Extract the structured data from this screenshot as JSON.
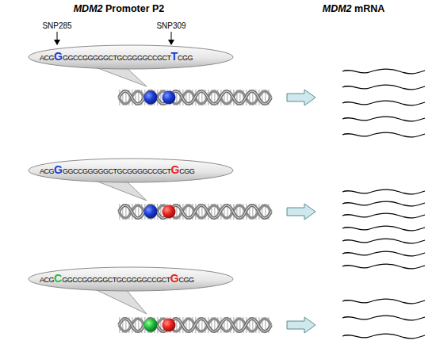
{
  "diagram": {
    "title": "MDM2 Promoter P2",
    "nodes": [
      {
        "text": [
          "ACGGGGCCGGGGGCTGCGGGGCCGCTTCGG"
        ]
      },
      {
        "text": [
          "ACGGGGCCGGGGGCTGCGGGGCCGCTGCGG"
        ]
      },
      {
        "text": [
          "ACGCGGCCGGGGGCTGCGGGGCCGCTGCGG"
        ]
      }
    ],
    "labels": [
      "MDM2 mRNA",
      "SNP285",
      "SNP309"
    ]
  }
}
